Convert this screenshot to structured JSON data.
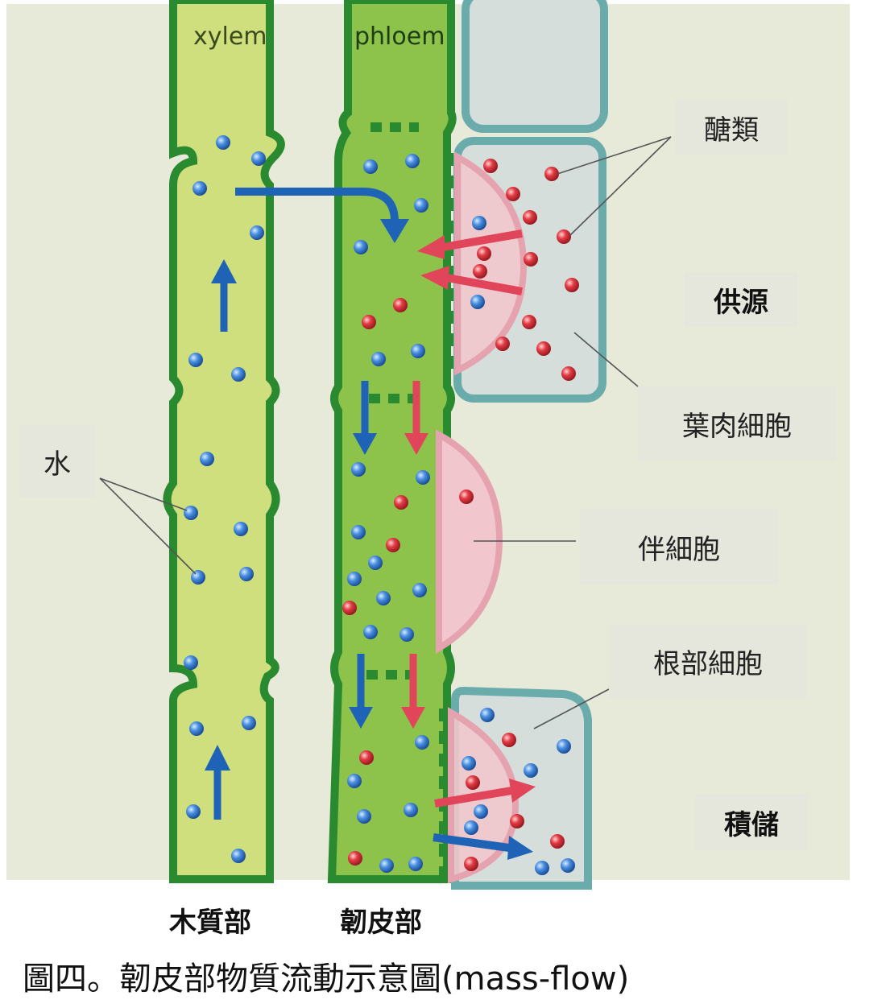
{
  "column_labels": {
    "xylem": "xylem",
    "phloem": "phloem"
  },
  "callouts": {
    "sugar": "醣類",
    "source": "供源",
    "mesophyll": "葉肉細胞",
    "water": "水",
    "companion": "伴細胞",
    "root": "根部細胞",
    "sink": "積儲"
  },
  "bottom_labels": {
    "xylem": "木質部",
    "phloem": "韌皮部"
  },
  "figure_caption": "圖四。韌皮部物質流動示意圖(mass-flow)",
  "colors": {
    "background": "#e7ead9",
    "xylem_fill": "#cfdf7d",
    "phloem_fill": "#8dc24b",
    "wall": "#2a8a2f",
    "cell_fill": "#d6dedc",
    "cell_border": "#6aabab",
    "companion_fill": "#f1c6cc",
    "companion_border": "#e4a3ae",
    "water_dot": "#3f7fd0",
    "sugar_dot": "#d8353e",
    "arrow_blue": "#1f63b7",
    "arrow_red": "#e0455a"
  }
}
